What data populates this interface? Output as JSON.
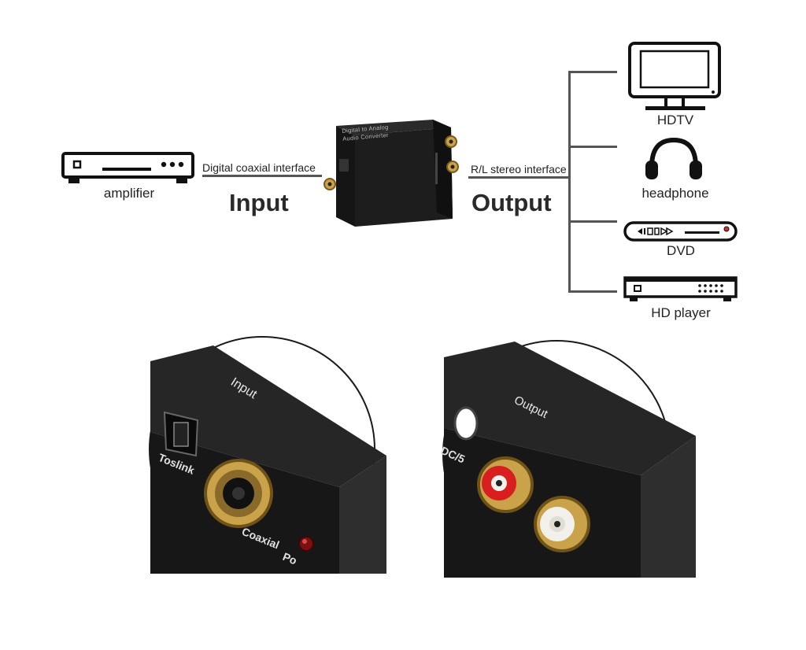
{
  "source_device": {
    "label": "amplifier",
    "icon": "amplifier-icon"
  },
  "input_link": {
    "interface": "Digital coaxial interface",
    "direction": "Input"
  },
  "converter": {
    "line1": "Digital to Analog",
    "line2": "Audio Converter",
    "icon": "converter-box-icon"
  },
  "output_link": {
    "interface": "R/L stereo interface",
    "direction": "Output"
  },
  "targets": [
    {
      "label": "HDTV",
      "icon": "tv-icon"
    },
    {
      "label": "headphone",
      "icon": "headphone-icon"
    },
    {
      "label": "DVD",
      "icon": "dvd-player-icon"
    },
    {
      "label": "HD player",
      "icon": "hd-player-icon"
    }
  ],
  "closeups": [
    {
      "panel_label": "Input",
      "jack_labels": [
        "Toslink",
        "Coaxial",
        "Po"
      ]
    },
    {
      "panel_label": "Output",
      "jack_labels": [
        "DC/5"
      ]
    }
  ],
  "colors": {
    "line": "#555555",
    "device_body": "#1b1b1b",
    "gold": "#c9a24a",
    "rca_red": "#d81e1e",
    "rca_white": "#f2f0ea"
  }
}
